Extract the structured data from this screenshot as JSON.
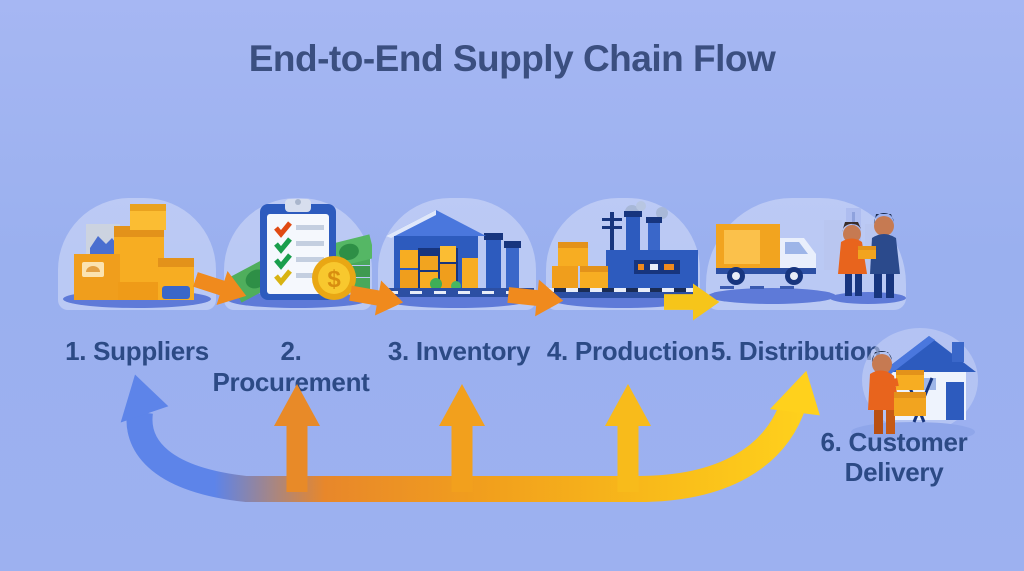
{
  "title": "End-to-End Supply Chain Flow",
  "stages": [
    {
      "label": "1. Suppliers",
      "icon": "supplier-boxes-icon"
    },
    {
      "label": "2. Procurement",
      "icon": "procurement-clipboard-icon",
      "coin_symbol": "$"
    },
    {
      "label": "3. Inventory",
      "icon": "inventory-warehouse-icon"
    },
    {
      "label": "4. Production",
      "icon": "production-factory-icon"
    },
    {
      "label": "5. Distribution",
      "icon": "distribution-truck-icon"
    },
    {
      "label": "6. Customer Delivery",
      "icon": "customer-delivery-icon"
    }
  ],
  "colors": {
    "background": "#9db1f0",
    "title_text": "#3b4f80",
    "label_text": "#2c4a85",
    "stage_arrow_orange": "#f08a1d",
    "stage_arrow_yellow": "#f6c51a",
    "flow_blue": "#5d84e9",
    "flow_orange": "#ef8c1e",
    "flow_yellow": "#ffd11c",
    "box_orange": "#f2a41f",
    "illustration_blue": "#2d5bbe"
  }
}
